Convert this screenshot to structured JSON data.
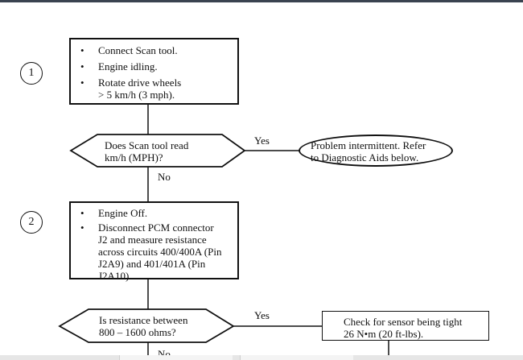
{
  "steps": [
    {
      "number": "1",
      "actions": [
        "Connect Scan tool.",
        "Engine idling.",
        "Rotate drive wheels\n> 5 km/h (3 mph)."
      ],
      "question": "Does Scan tool read\nkm/h (MPH)?",
      "yes_label": "Yes",
      "no_label": "No",
      "yes_result": "Problem intermittent. Refer\nto Diagnostic Aids below."
    },
    {
      "number": "2",
      "actions": [
        "Engine Off.",
        "Disconnect PCM connector\nJ2 and measure resistance\nacross circuits 400/400A (Pin\nJ2A9) and 401/401A (Pin\nJ2A10)."
      ],
      "question": "Is resistance between\n800 – 1600 ohms?",
      "yes_label": "Yes",
      "no_label": "No",
      "yes_result": "Check for sensor being tight\n26 N•m (20 ft-lbs)."
    }
  ]
}
